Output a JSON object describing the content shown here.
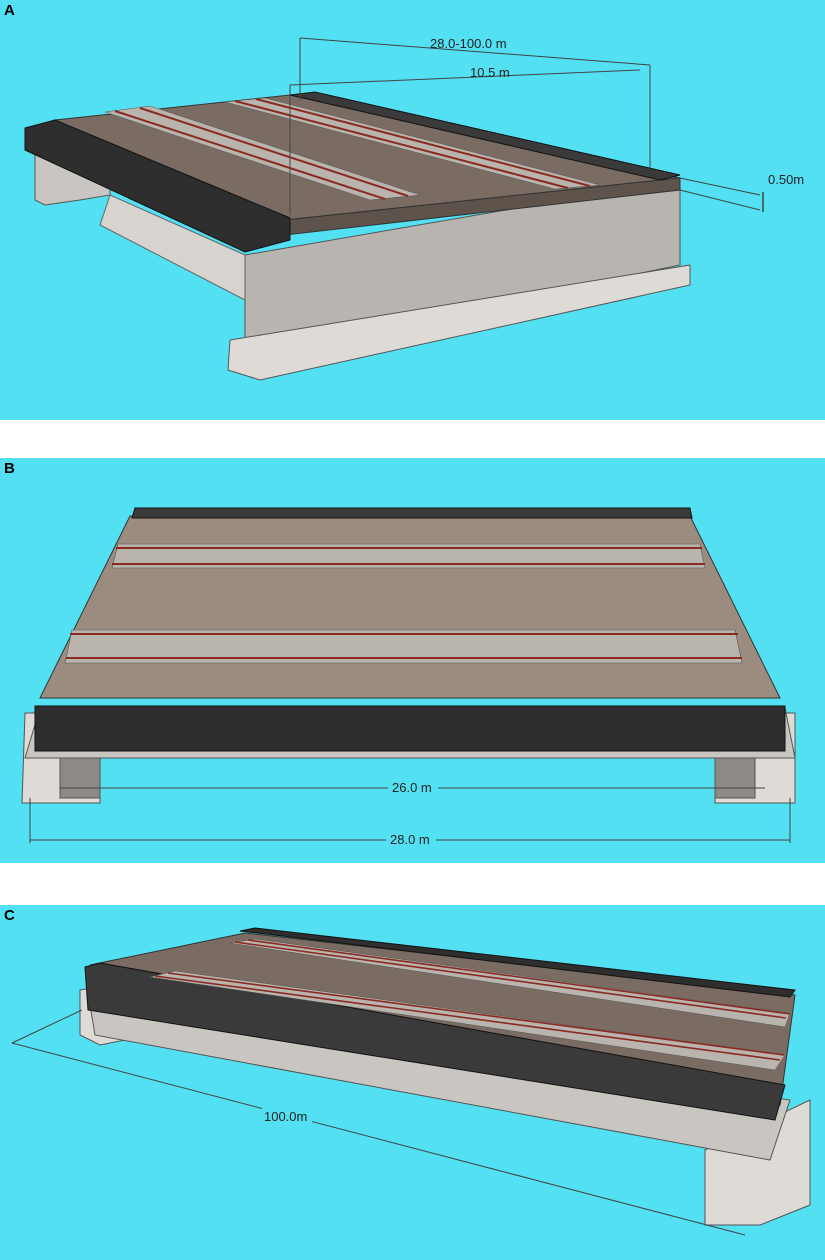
{
  "panels": [
    {
      "label": "A",
      "dims": {
        "total_length": "28.0-100.0 m",
        "track_width": "10.5 m",
        "height": "0.50m"
      }
    },
    {
      "label": "B",
      "dims": {
        "inner_span": "26.0 m",
        "outer_span": "28.0 m"
      }
    },
    {
      "label": "C",
      "dims": {
        "length": "100.0m"
      }
    }
  ],
  "colors": {
    "background": "#52e0f2",
    "concrete": "#c9c6c2",
    "concrete_dark": "#8d8a85",
    "deck": "#7a6c62",
    "ballast": "#9c8c80",
    "sleeper": "#b9b4ae",
    "rail": "#8a2a22",
    "barrier": "#2e2e2e"
  }
}
